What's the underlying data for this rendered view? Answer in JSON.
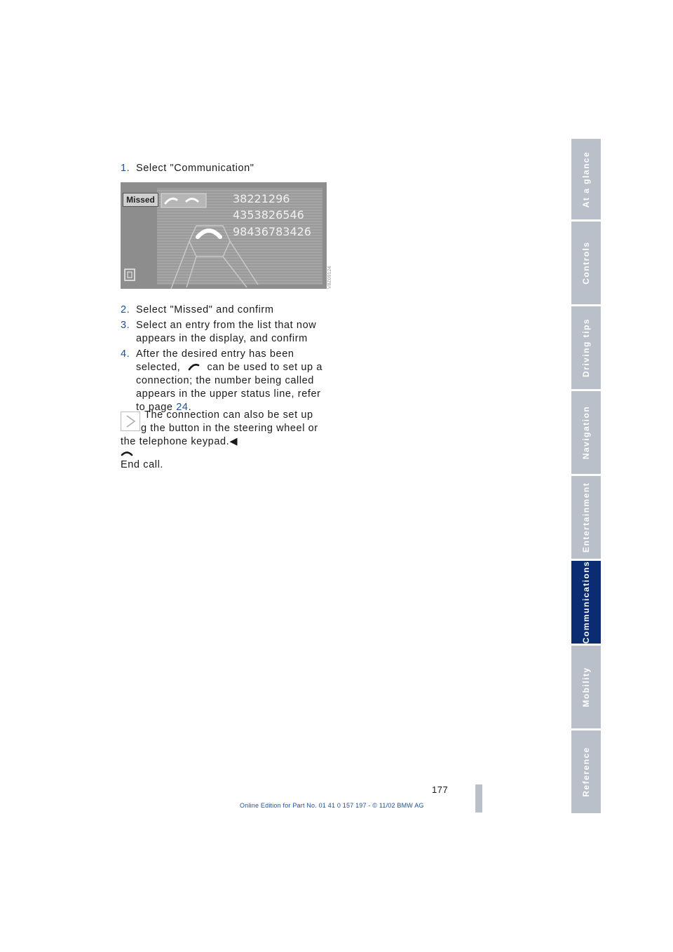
{
  "steps": [
    {
      "num": "1.",
      "text": "Select \"Communication\""
    },
    {
      "num": "2.",
      "text": "Select \"Missed\" and confirm"
    },
    {
      "num": "3.",
      "text": "Select an entry from the list that now appears in the display, and confirm"
    },
    {
      "num": "4.",
      "text_a": "After the desired entry has been selected,",
      "text_b": "can be used to set up a connection; the number being called appears in the upper status line, refer to page",
      "page_ref": "24",
      "text_end": "."
    }
  ],
  "screen": {
    "tab_label": "Missed",
    "numbers": [
      "38221296",
      "4353826546",
      "98436783426"
    ],
    "code": "V8Z09124"
  },
  "note": {
    "text": "The connection can also be set up using the button in the steering wheel or the telephone keypad.",
    "end_mark": "◀"
  },
  "end_call": {
    "text": "End call."
  },
  "side_tabs": [
    {
      "label": "At a glance",
      "active": false
    },
    {
      "label": "Controls",
      "active": false
    },
    {
      "label": "Driving tips",
      "active": false
    },
    {
      "label": "Navigation",
      "active": false
    },
    {
      "label": "Entertainment",
      "active": false
    },
    {
      "label": "Communications",
      "active": true
    },
    {
      "label": "Mobility",
      "active": false
    },
    {
      "label": "Reference",
      "active": false
    }
  ],
  "page_number": "177",
  "footer": "Online Edition for Part No. 01 41 0 157 197 - © 11/02 BMW AG"
}
